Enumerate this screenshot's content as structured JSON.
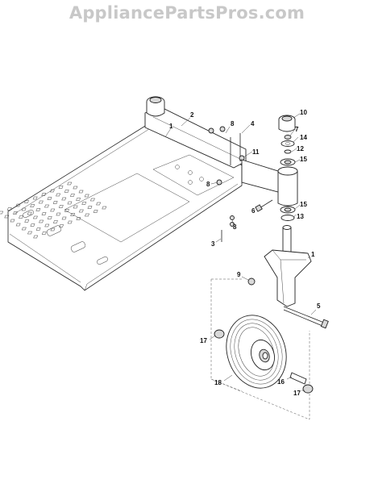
{
  "watermark": "AppliancePartsPros.com",
  "callouts": {
    "c1": "1",
    "c2": "2",
    "c3": "3",
    "c4": "4",
    "c5": "5",
    "c6": "6",
    "c7": "7",
    "c8a": "8",
    "c8b": "8",
    "c8c": "8",
    "c9": "9",
    "c10": "10",
    "c11": "11",
    "c12": "12",
    "c13": "13",
    "c14": "14",
    "c15a": "15",
    "c15b": "15",
    "c16": "16",
    "c17a": "17",
    "c17b": "17",
    "c18": "18",
    "c1b": "1"
  }
}
